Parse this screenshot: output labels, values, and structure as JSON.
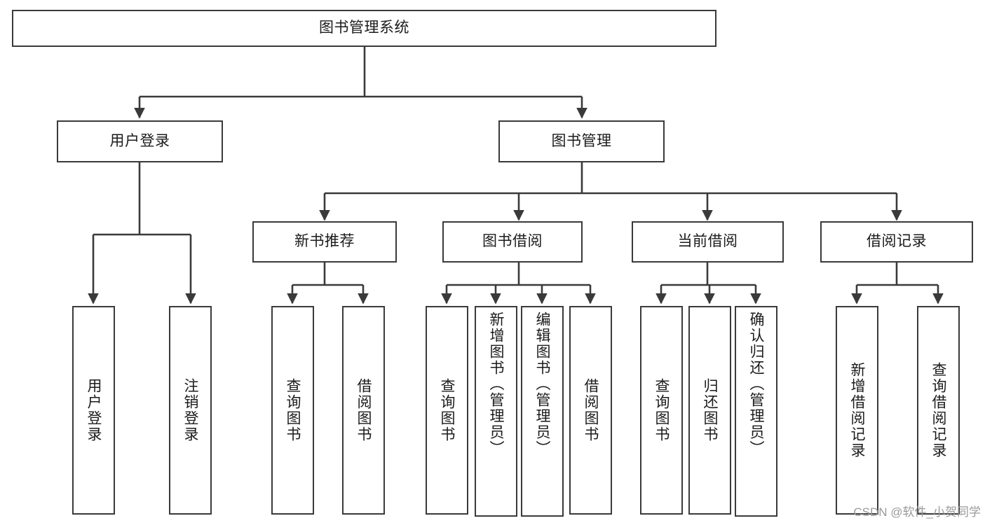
{
  "diagram": {
    "title": "图书管理系统",
    "type": "功能结构图",
    "colors": {
      "box_border": "#3a3a3a",
      "box_fill": "#ffffff",
      "edge": "#3a3a3a",
      "text": "#1b1b1b",
      "watermark": "#9a9a9a"
    },
    "root": {
      "label": "图书管理系统"
    },
    "level2": [
      {
        "label": "用户登录"
      },
      {
        "label": "图书管理"
      }
    ],
    "level3": [
      {
        "label": "新书推荐"
      },
      {
        "label": "图书借阅"
      },
      {
        "label": "当前借阅"
      },
      {
        "label": "借阅记录"
      }
    ],
    "leaves": {
      "user_login": [
        {
          "label": "用户登录"
        },
        {
          "label": "注销登录"
        }
      ],
      "new_book_recommend": [
        {
          "label": "查询图书"
        },
        {
          "label": "借阅图书"
        }
      ],
      "book_borrow": [
        {
          "label": "查询图书"
        },
        {
          "label": "新增图书（管理员）"
        },
        {
          "label": "编辑图书（管理员）"
        },
        {
          "label": "借阅图书"
        }
      ],
      "current_borrow": [
        {
          "label": "查询图书"
        },
        {
          "label": "归还图书"
        },
        {
          "label": "确认归还（管理员）"
        }
      ],
      "borrow_record": [
        {
          "label": "新增借阅记录"
        },
        {
          "label": "查询借阅记录"
        }
      ]
    }
  },
  "watermark": {
    "text": "CSDN @软件_小贺同学"
  }
}
